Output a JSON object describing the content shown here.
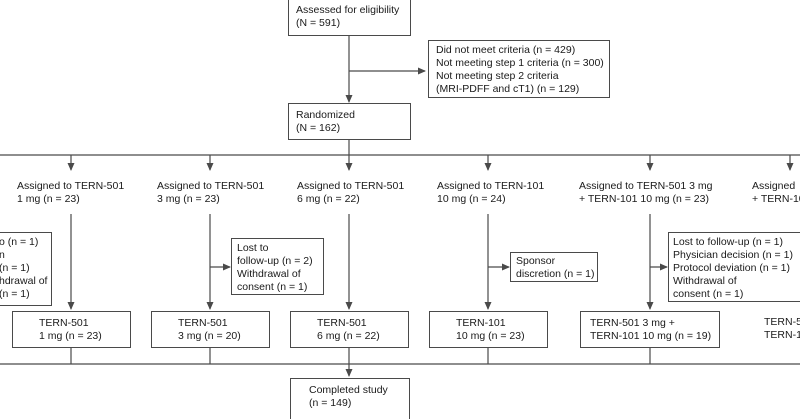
{
  "assessed": {
    "title": "Assessed for eligibility",
    "n": "(N = 591)"
  },
  "excluded": {
    "lines": [
      "Did not meet criteria (n = 429)",
      "Not meeting step 1 criteria (n = 300)",
      "Not meeting step 2 criteria",
      "(MRI-PDFF and cT1) (n = 129)"
    ]
  },
  "randomized": {
    "title": "Randomized",
    "n": "(N = 162)"
  },
  "arms": [
    {
      "assigned": [
        "Assigned to TERN-501",
        "1 mg (n = 23)"
      ],
      "final": [
        "TERN-501",
        "1 mg (n = 23)"
      ]
    },
    {
      "assigned": [
        "Assigned to TERN-501",
        "3 mg (n = 23)"
      ],
      "final": [
        "TERN-501",
        "3 mg (n = 20)"
      ]
    },
    {
      "assigned": [
        "Assigned to TERN-501",
        "6 mg (n = 22)"
      ],
      "final": [
        "TERN-501",
        "6 mg (n = 22)"
      ]
    },
    {
      "assigned": [
        "Assigned to TERN-101",
        "10 mg (n = 24)"
      ],
      "final": [
        "TERN-101",
        "10 mg (n = 23)"
      ]
    },
    {
      "assigned": [
        "Assigned to TERN-501 3 mg",
        "+ TERN-101 10 mg (n = 23)"
      ],
      "final": [
        "TERN-501 3 mg +",
        "TERN-101 10 mg (n = 19)"
      ]
    },
    {
      "assigned": [
        "Assigned",
        "+ TERN-10"
      ],
      "final": [
        "TERN-5",
        "TERN-10"
      ]
    }
  ],
  "dropouts": [
    {
      "lines": [
        "o (n = 1)",
        "n",
        "(n = 1)",
        "hdrawal of",
        "(n = 1)"
      ]
    },
    {
      "lines": [
        "Lost to",
        "follow-up (n = 2)",
        "Withdrawal of",
        "consent (n = 1)"
      ]
    },
    {
      "lines": [
        "Sponsor",
        "discretion (n = 1)"
      ]
    },
    {
      "lines": [
        "Lost to follow-up (n = 1)",
        "Physician decision (n = 1)",
        "Protocol deviation (n = 1)",
        "Withdrawal of",
        "consent (n = 1)"
      ]
    }
  ],
  "completed": {
    "title": "Completed study",
    "n": "(n = 149)"
  },
  "colors": {
    "line": "#4a4a4a",
    "border": "#4a4a4a",
    "text": "#1a1a1a"
  }
}
